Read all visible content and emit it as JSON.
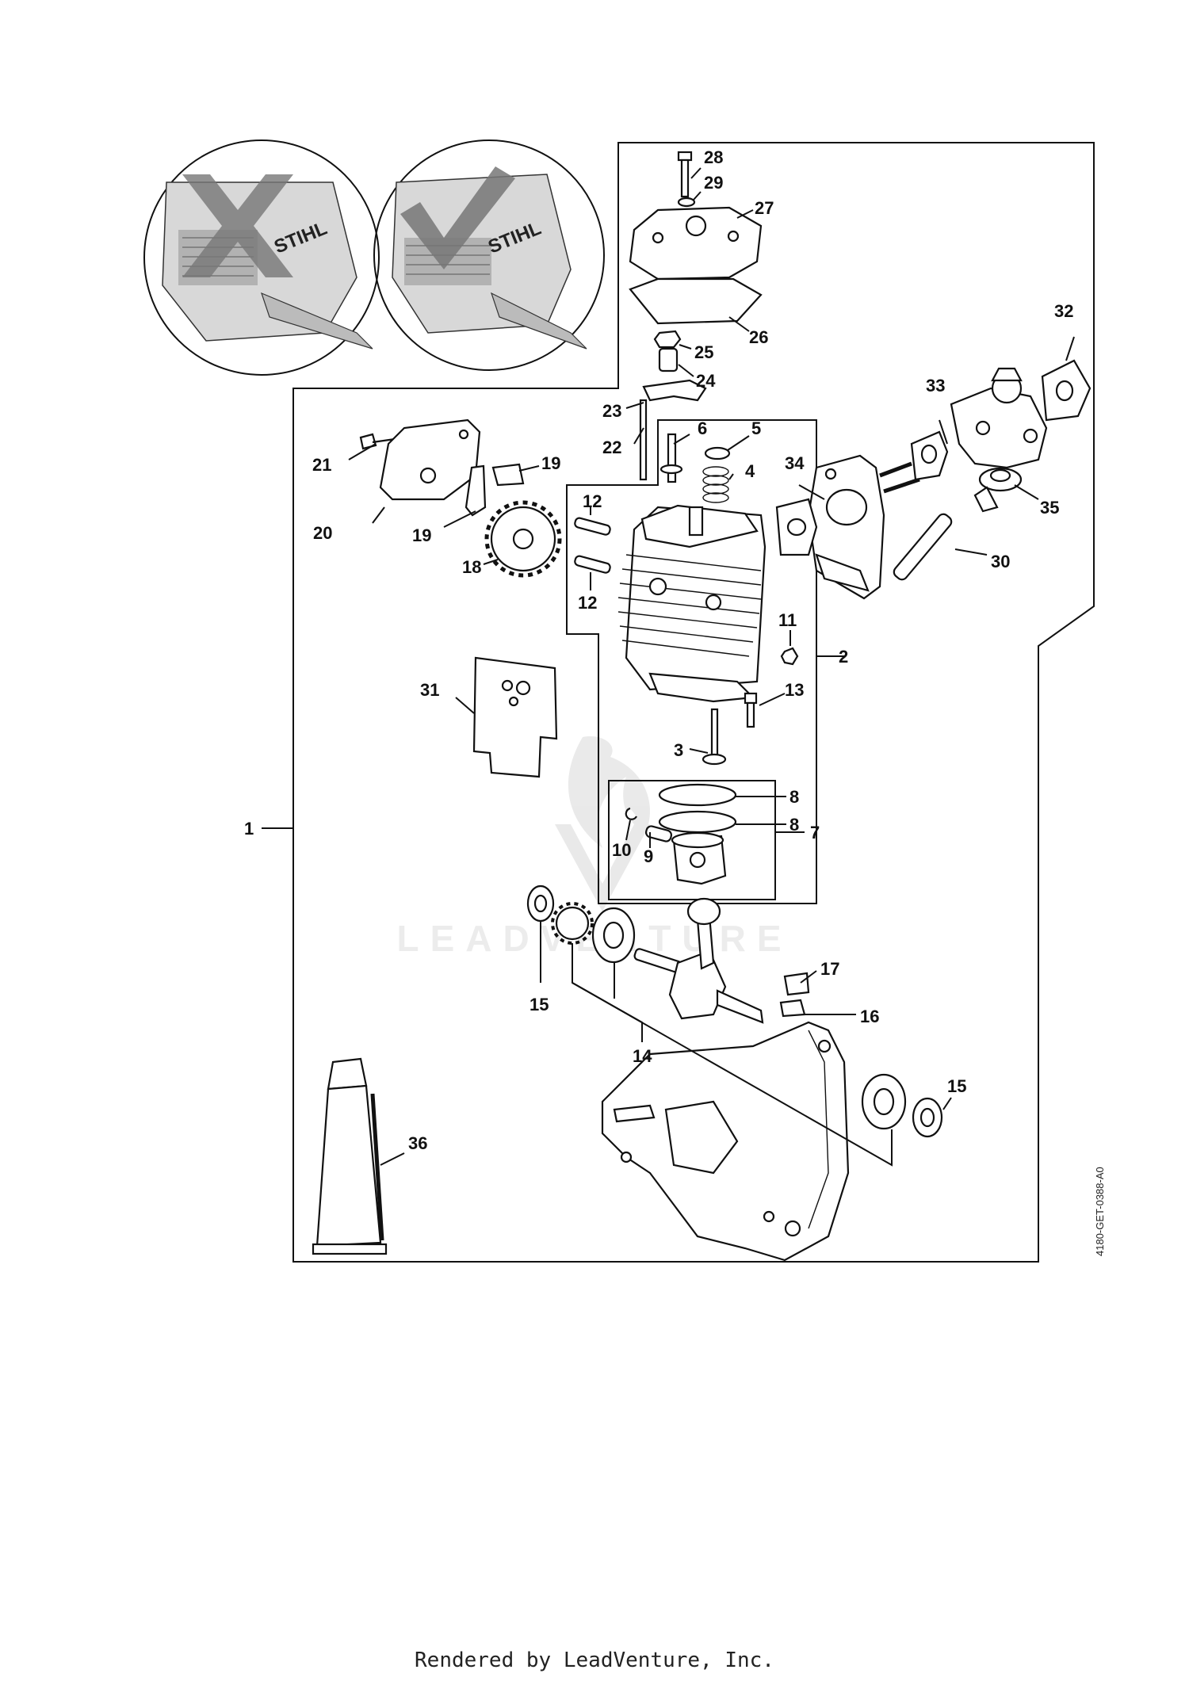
{
  "callouts": [
    {
      "id": "c1",
      "text": "1"
    },
    {
      "id": "c2",
      "text": "2"
    },
    {
      "id": "c3",
      "text": "3"
    },
    {
      "id": "c4",
      "text": "4"
    },
    {
      "id": "c5",
      "text": "5"
    },
    {
      "id": "c6",
      "text": "6"
    },
    {
      "id": "c7",
      "text": "7"
    },
    {
      "id": "c8a",
      "text": "8"
    },
    {
      "id": "c8b",
      "text": "8"
    },
    {
      "id": "c9",
      "text": "9"
    },
    {
      "id": "c10",
      "text": "10"
    },
    {
      "id": "c11",
      "text": "11"
    },
    {
      "id": "c12a",
      "text": "12"
    },
    {
      "id": "c12b",
      "text": "12"
    },
    {
      "id": "c13",
      "text": "13"
    },
    {
      "id": "c14",
      "text": "14"
    },
    {
      "id": "c15a",
      "text": "15"
    },
    {
      "id": "c15b",
      "text": "15"
    },
    {
      "id": "c16",
      "text": "16"
    },
    {
      "id": "c17",
      "text": "17"
    },
    {
      "id": "c18",
      "text": "18"
    },
    {
      "id": "c19a",
      "text": "19"
    },
    {
      "id": "c19b",
      "text": "19"
    },
    {
      "id": "c20",
      "text": "20"
    },
    {
      "id": "c21",
      "text": "21"
    },
    {
      "id": "c22",
      "text": "22"
    },
    {
      "id": "c23",
      "text": "23"
    },
    {
      "id": "c24",
      "text": "24"
    },
    {
      "id": "c25",
      "text": "25"
    },
    {
      "id": "c26",
      "text": "26"
    },
    {
      "id": "c27",
      "text": "27"
    },
    {
      "id": "c28",
      "text": "28"
    },
    {
      "id": "c29",
      "text": "29"
    },
    {
      "id": "c30",
      "text": "30"
    },
    {
      "id": "c31",
      "text": "31"
    },
    {
      "id": "c32",
      "text": "32"
    },
    {
      "id": "c33",
      "text": "33"
    },
    {
      "id": "c34",
      "text": "34"
    },
    {
      "id": "c35",
      "text": "35"
    },
    {
      "id": "c36",
      "text": "36"
    }
  ],
  "brand_left": "STIHL",
  "brand_right": "STIHL",
  "drawing_code": "4180-GET-0388-A0",
  "watermark": "LEADVENTURE",
  "footer": "Rendered by LeadVenture, Inc."
}
